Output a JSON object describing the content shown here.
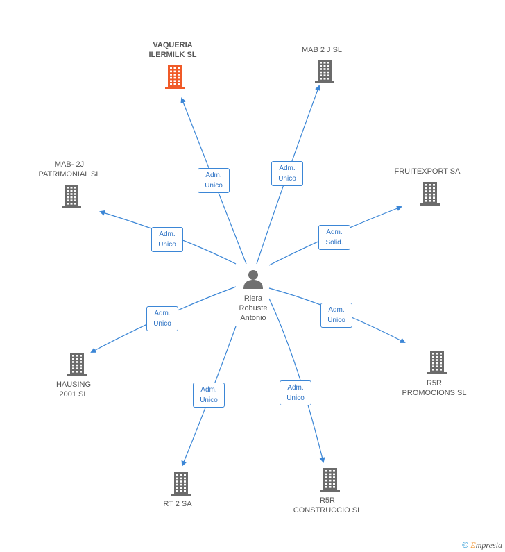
{
  "center": {
    "name": "Riera\nRobuste\nAntonio"
  },
  "companies": [
    {
      "id": "vaqueria",
      "name": "VAQUERIA\nILERMILK SL",
      "highlight": true,
      "relation": "Adm.\nUnico"
    },
    {
      "id": "mab2j",
      "name": "MAB 2 J SL",
      "highlight": false,
      "relation": "Adm.\nUnico"
    },
    {
      "id": "fruitexport",
      "name": "FRUITEXPORT SA",
      "highlight": false,
      "relation": "Adm.\nSolid."
    },
    {
      "id": "r5rpromo",
      "name": "R5R\nPROMOCIONS SL",
      "highlight": false,
      "relation": "Adm.\nUnico"
    },
    {
      "id": "r5rconst",
      "name": "R5R\nCONSTRUCCIO SL",
      "highlight": false,
      "relation": "Adm.\nUnico"
    },
    {
      "id": "rt2",
      "name": "RT 2 SA",
      "highlight": false,
      "relation": "Adm.\nUnico"
    },
    {
      "id": "hausing",
      "name": "HAUSING\n2001 SL",
      "highlight": false,
      "relation": "Adm.\nUnico"
    },
    {
      "id": "mab2jpat",
      "name": "MAB- 2J\nPATRIMONIAL SL",
      "highlight": false,
      "relation": "Adm.\nUnico"
    }
  ],
  "colors": {
    "edge": "#3b86d6",
    "building": "#6b6b6b",
    "highlight_building": "#f05a28",
    "person": "#707070"
  },
  "icons": {
    "company": "building-icon",
    "person": "person-icon"
  },
  "footer": {
    "copyright": "©",
    "brand_first": "E",
    "brand_rest": "mpresia"
  }
}
